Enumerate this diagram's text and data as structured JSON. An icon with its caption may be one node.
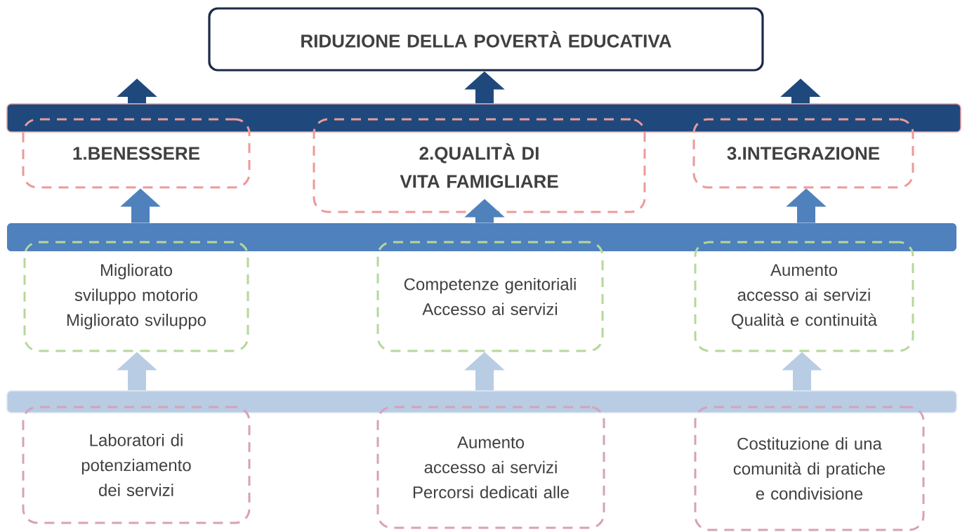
{
  "diagram": {
    "nodes": [
      {
        "text": [
          "RIDUZIONE DELLA POVERTÀ EDUCATIVA"
        ]
      },
      {
        "text": [],
        "shape": "bar"
      },
      {
        "text": [
          "1.BENESSERE"
        ]
      },
      {
        "text": [
          "2.QUALITÀ DI VITA FAMIGLIARE"
        ]
      },
      {
        "text": [
          "3.INTEGRAZIONE"
        ]
      },
      {
        "text": [],
        "shape": "bar"
      },
      {
        "text": [
          "Migliorato sviluppo motorio",
          "Migliorato sviluppo"
        ]
      },
      {
        "text": [
          "Competenze genitoriali",
          "Accesso ai servizi"
        ]
      },
      {
        "text": [
          "Aumento accesso ai servizi",
          "Qualità e continuità"
        ]
      },
      {
        "text": [],
        "shape": "bar"
      },
      {
        "text": [
          "Laboratori di potenziamento dei servizi"
        ]
      },
      {
        "text": [
          "Aumento accesso ai servizi",
          "Percorsi dedicati alle"
        ]
      },
      {
        "text": [
          "Costituzione di una comunità di pratiche e condivisione"
        ]
      }
    ],
    "edges": [
      {
        "from": 1,
        "to": null,
        "arrow": "to",
        "color": "#1f497d"
      },
      {
        "from": 1,
        "to": 0,
        "arrow": "to",
        "color": "#1f497d"
      },
      {
        "from": 1,
        "to": null,
        "arrow": "to",
        "color": "#1f497d"
      },
      {
        "from": 5,
        "to": 2,
        "arrow": "to",
        "color": "#4f81bd"
      },
      {
        "from": 5,
        "to": 3,
        "arrow": "to",
        "color": "#4f81bd"
      },
      {
        "from": 5,
        "to": 4,
        "arrow": "to",
        "color": "#4f81bd"
      },
      {
        "from": 9,
        "to": 6,
        "arrow": "to",
        "color": "#b8cce4"
      },
      {
        "from": 9,
        "to": 7,
        "arrow": "to",
        "color": "#b8cce4"
      },
      {
        "from": 9,
        "to": 8,
        "arrow": "to",
        "color": "#b8cce4"
      }
    ]
  }
}
